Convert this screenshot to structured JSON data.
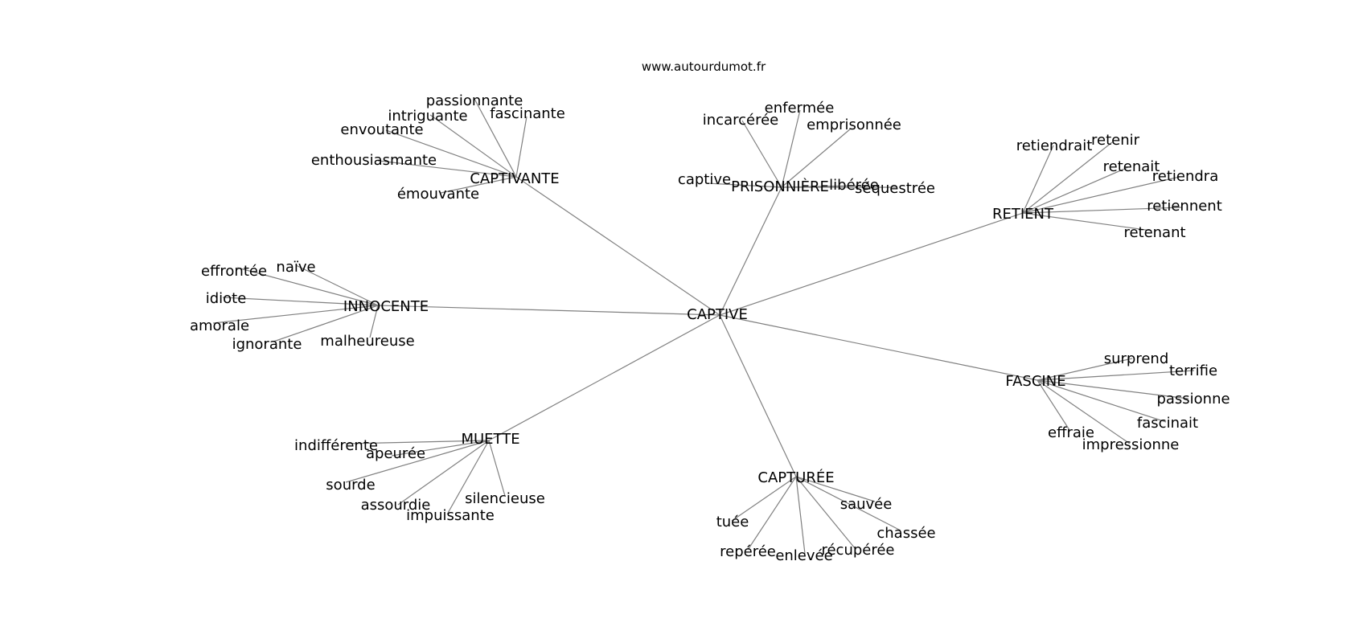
{
  "source_text": "www.autourdumot.fr",
  "edge_color": "#808080",
  "graph": {
    "center": "CAPTIVE",
    "hubs": [
      {
        "id": "captivante",
        "label": "CAPTIVANTE",
        "leaves": [
          "passionnante",
          "intriguante",
          "envoutante",
          "enthousiasmante",
          "émouvante",
          "fascinante"
        ]
      },
      {
        "id": "prisonniere",
        "label": "PRISONNIÈRE",
        "leaves": [
          "enfermée",
          "incarcérée",
          "emprisonnée",
          "captive",
          "libérée",
          "séquestrée"
        ]
      },
      {
        "id": "retient",
        "label": "RETIENT",
        "leaves": [
          "retiendrait",
          "retenir",
          "retenait",
          "retiendra",
          "retiennent",
          "retenant"
        ]
      },
      {
        "id": "innocente",
        "label": "INNOCENTE",
        "leaves": [
          "effrontée",
          "naïve",
          "idiote",
          "amorale",
          "ignorante",
          "malheureuse"
        ]
      },
      {
        "id": "fascine",
        "label": "FASCINE",
        "leaves": [
          "surprend",
          "terrifie",
          "passionne",
          "fascinait",
          "effraie",
          "impressionne"
        ]
      },
      {
        "id": "muette",
        "label": "MUETTE",
        "leaves": [
          "indifférente",
          "apeurée",
          "sourde",
          "assourdie",
          "impuissante",
          "silencieuse"
        ]
      },
      {
        "id": "capturee",
        "label": "CAPTURÉE",
        "leaves": [
          "sauvée",
          "chassée",
          "récupérée",
          "enlevée",
          "repérée",
          "tuée"
        ]
      }
    ]
  }
}
